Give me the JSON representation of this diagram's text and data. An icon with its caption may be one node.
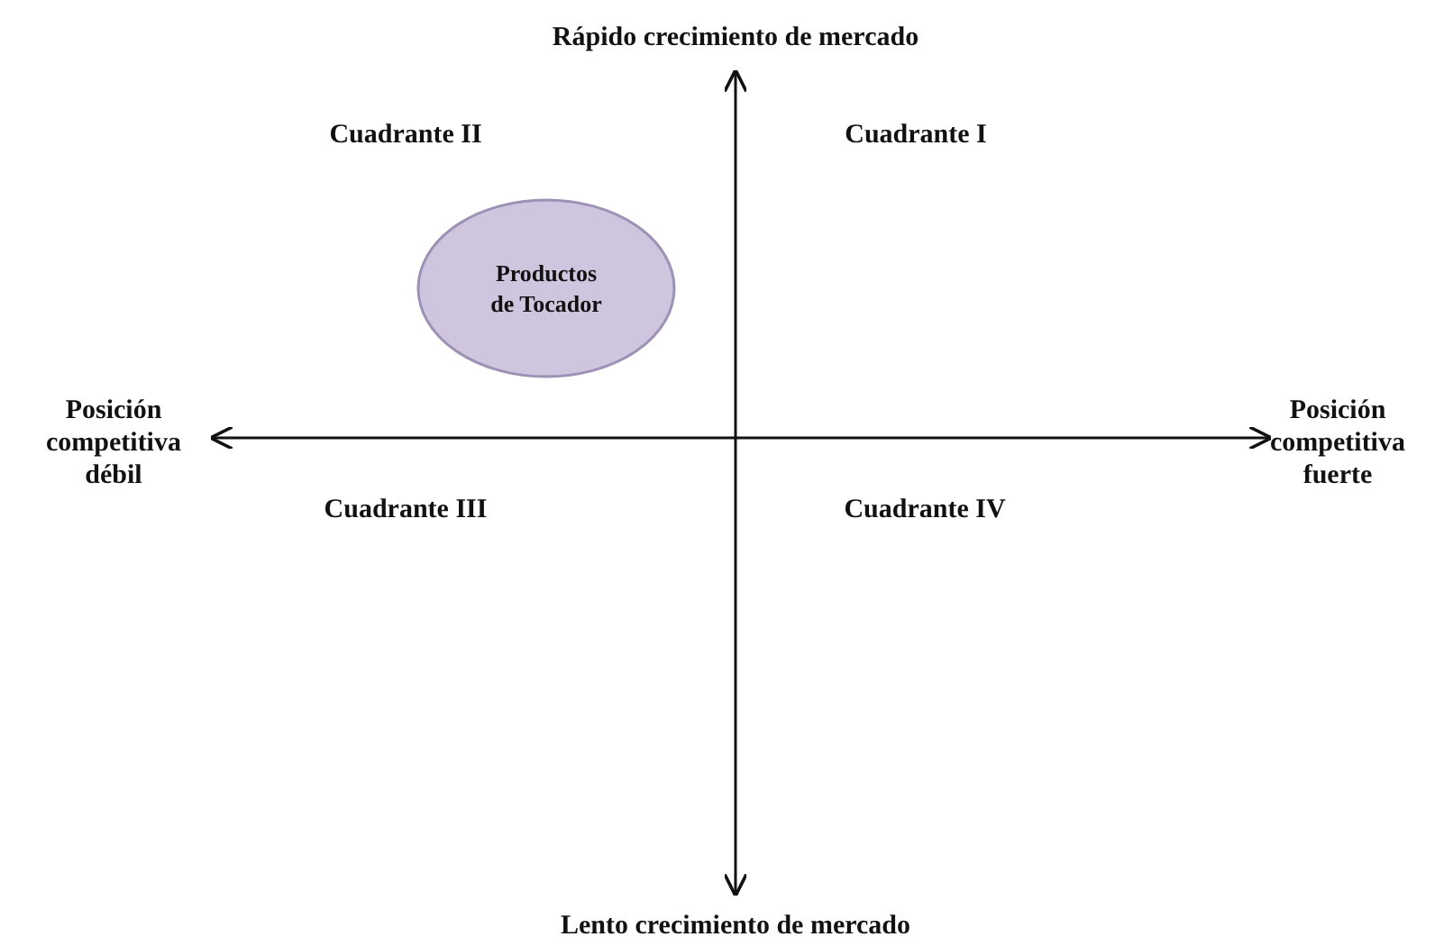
{
  "diagram": {
    "nodes": [
      {
        "text": [
          "Productos de Tocador"
        ]
      }
    ],
    "labels": [
      "Rápido crecimiento de mercado",
      "Cuadrante II",
      "Cuadrante I",
      "Posición competitiva débil",
      "Posición competitiva fuerte",
      "Cuadrante III",
      "Cuadrante IV",
      "Lento crecimiento de mercado"
    ]
  }
}
